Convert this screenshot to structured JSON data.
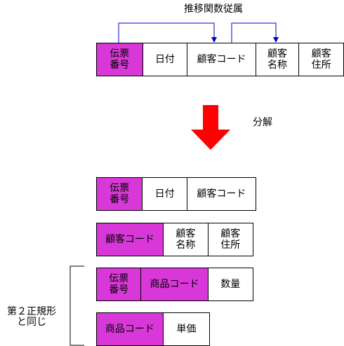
{
  "title": "推移関数従属",
  "decompose_label": "分解",
  "side_label": "第２正規形\nと同じ",
  "top_table": {
    "cells": [
      {
        "text": "伝票\n番号",
        "key": true
      },
      {
        "text": "日付",
        "key": false
      },
      {
        "text": "顧客コード",
        "key": false
      },
      {
        "text": "顧客\n名称",
        "key": false
      },
      {
        "text": "顧客\n住所",
        "key": false
      }
    ]
  },
  "tables": [
    {
      "cells": [
        {
          "text": "伝票\n番号",
          "key": true
        },
        {
          "text": "日付",
          "key": false
        },
        {
          "text": "顧客コード",
          "key": false
        }
      ]
    },
    {
      "cells": [
        {
          "text": "顧客コード",
          "key": true
        },
        {
          "text": "顧客\n名称",
          "key": false
        },
        {
          "text": "顧客\n住所",
          "key": false
        }
      ]
    },
    {
      "cells": [
        {
          "text": "伝票\n番号",
          "key": true
        },
        {
          "text": "商品コード",
          "key": true
        },
        {
          "text": "数量",
          "key": false
        }
      ]
    },
    {
      "cells": [
        {
          "text": "商品コード",
          "key": true
        },
        {
          "text": "単価",
          "key": false
        }
      ]
    }
  ],
  "colors": {
    "key_fill": "#d838d8",
    "arrow_big": "#ff0000",
    "arrow_line": "#0000cc"
  }
}
